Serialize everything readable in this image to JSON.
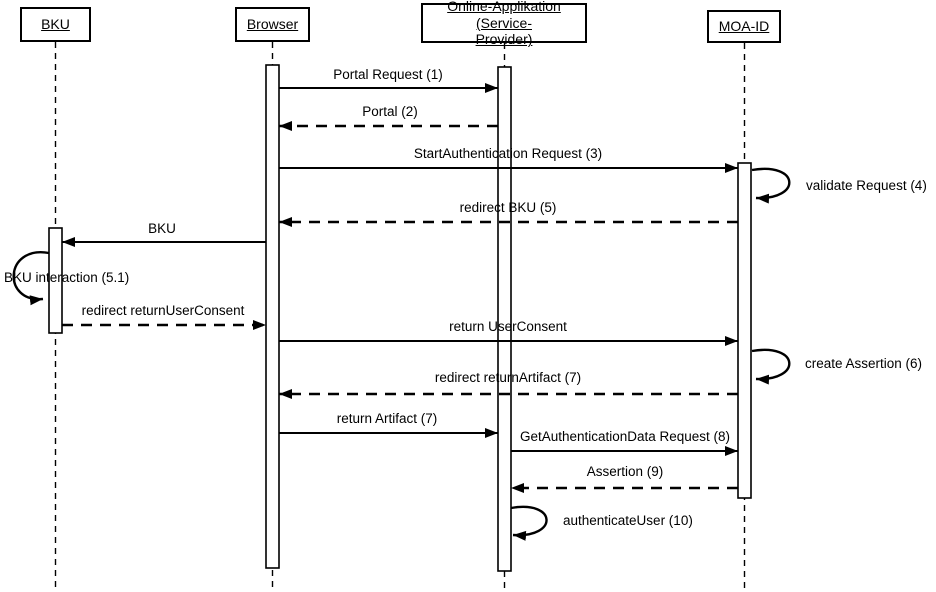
{
  "diagram": {
    "type": "uml-sequence",
    "colors": {
      "line": "#000000",
      "background": "#ffffff",
      "text": "#000000"
    },
    "actors": [
      {
        "id": "bku",
        "label": "BKU"
      },
      {
        "id": "browser",
        "label": "Browser"
      },
      {
        "id": "online-app",
        "label": "Online-Applikation (Service-Provider)",
        "label_line1": "Online-Applikation (Service-",
        "label_line2": "Provider)"
      },
      {
        "id": "moa-id",
        "label": "MOA-ID"
      }
    ],
    "messages": [
      {
        "label": "Portal Request (1)",
        "from": "Browser",
        "to": "Online-Applikation (Service-Provider)",
        "type": "request-solid"
      },
      {
        "label": "Portal (2)",
        "from": "Online-Applikation (Service-Provider)",
        "to": "Browser",
        "type": "reply-dashed"
      },
      {
        "label": "StartAuthentication Request (3)",
        "from": "Browser",
        "to": "MOA-ID",
        "type": "request-solid"
      },
      {
        "label": "validate Request (4)",
        "from": "MOA-ID",
        "to": "MOA-ID",
        "type": "self-loop"
      },
      {
        "label": "redirect BKU (5)",
        "from": "MOA-ID",
        "to": "Browser",
        "type": "reply-dashed"
      },
      {
        "label": "BKU",
        "from": "Browser",
        "to": "BKU",
        "type": "request-solid"
      },
      {
        "label": "BKU interaction (5.1)",
        "from": "BKU",
        "to": "BKU",
        "type": "self-loop"
      },
      {
        "label": "redirect returnUserConsent",
        "from": "BKU",
        "to": "Browser",
        "type": "reply-dashed"
      },
      {
        "label": "return UserConsent",
        "from": "Browser",
        "to": "MOA-ID",
        "type": "request-solid"
      },
      {
        "label": "create Assertion (6)",
        "from": "MOA-ID",
        "to": "MOA-ID",
        "type": "self-loop"
      },
      {
        "label": "redirect returnArtifact (7)",
        "from": "MOA-ID",
        "to": "Browser",
        "type": "reply-dashed"
      },
      {
        "label": "return Artifact (7)",
        "from": "Browser",
        "to": "Online-Applikation (Service-Provider)",
        "type": "request-solid"
      },
      {
        "label": "GetAuthenticationData Request (8)",
        "from": "Online-Applikation (Service-Provider)",
        "to": "MOA-ID",
        "type": "request-solid"
      },
      {
        "label": "Assertion (9)",
        "from": "MOA-ID",
        "to": "Online-Applikation (Service-Provider)",
        "type": "reply-dashed"
      },
      {
        "label": "authenticateUser (10)",
        "from": "Online-Applikation (Service-Provider)",
        "to": "Online-Applikation (Service-Provider)",
        "type": "self-loop"
      }
    ]
  }
}
